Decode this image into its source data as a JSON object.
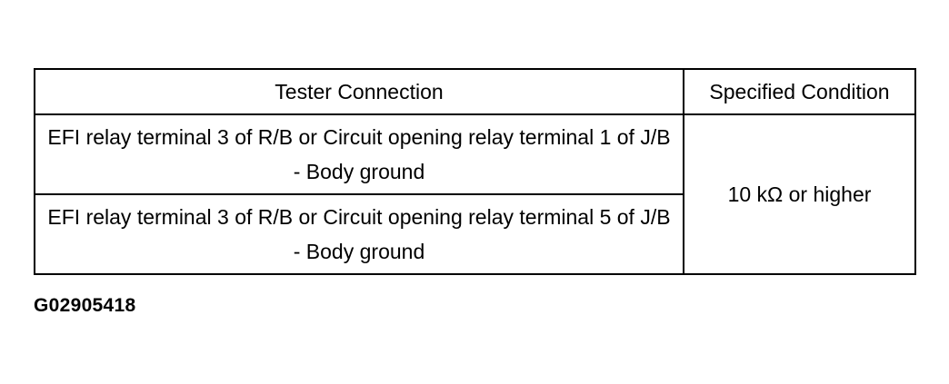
{
  "table": {
    "headers": {
      "tester_connection": "Tester Connection",
      "specified_condition": "Specified Condition"
    },
    "rows": [
      {
        "tester_connection": "EFI relay terminal 3 of R/B or Circuit opening relay terminal 1 of J/B - Body ground"
      },
      {
        "tester_connection": "EFI relay terminal 3 of R/B or Circuit opening relay terminal 5 of J/B - Body ground"
      }
    ],
    "specified_condition_value": "10 kΩ or higher"
  },
  "figure_id": "G02905418"
}
